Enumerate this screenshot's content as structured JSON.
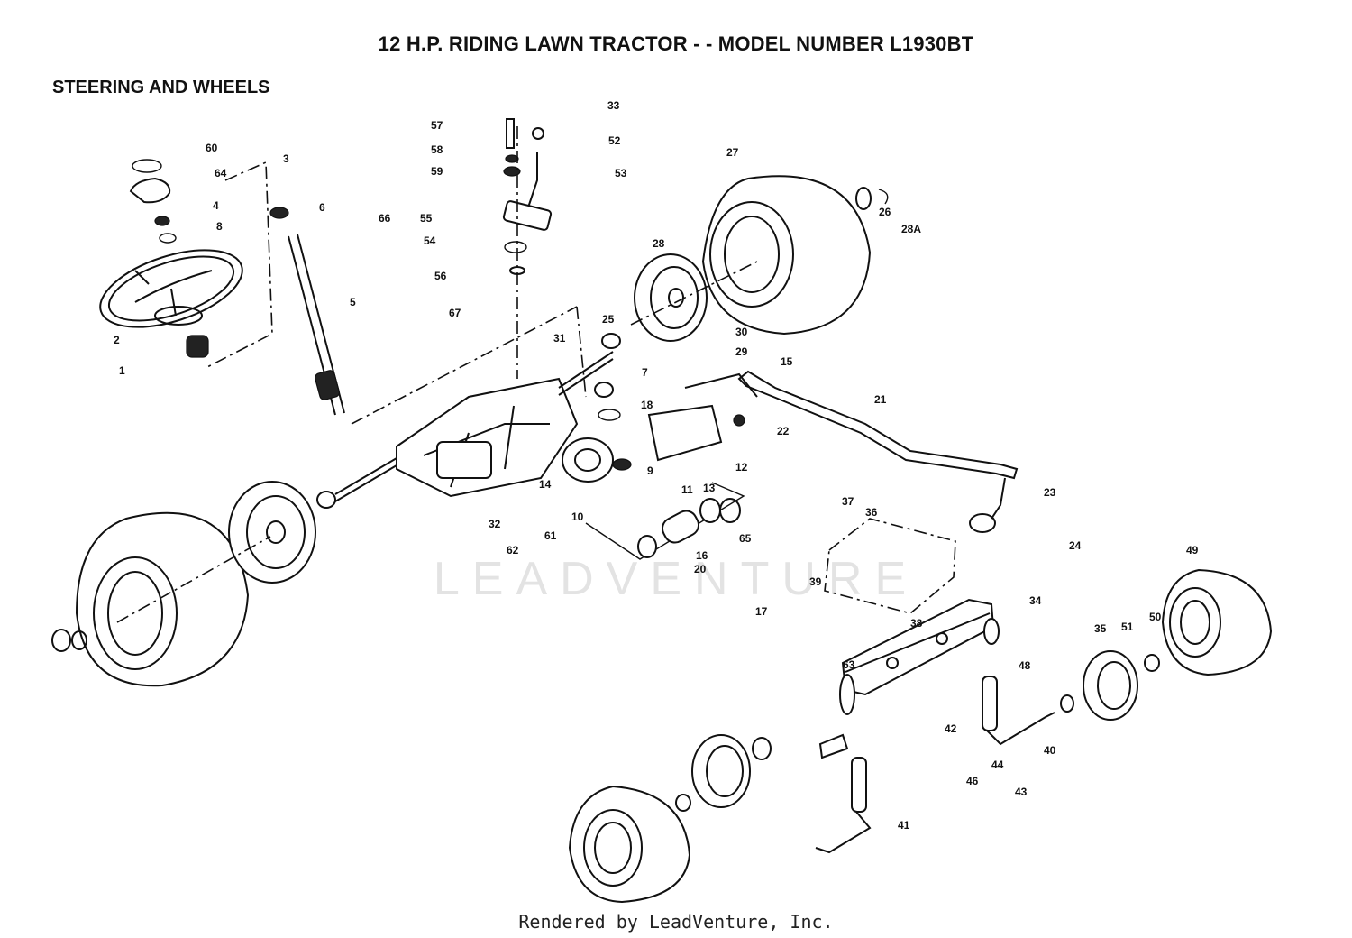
{
  "header": {
    "title": "12 H.P. RIDING LAWN TRACTOR - - MODEL NUMBER L1930BT",
    "section": "STEERING AND WHEELS"
  },
  "watermark": "LEADVENTURE",
  "footer": {
    "credit": "Rendered by LeadVenture, Inc."
  },
  "callouts": [
    "60",
    "64",
    "4",
    "8",
    "3",
    "6",
    "66",
    "5",
    "2",
    "1",
    "57",
    "58",
    "59",
    "33",
    "52",
    "53",
    "55",
    "54",
    "56",
    "67",
    "27",
    "26",
    "28A",
    "28",
    "25",
    "30",
    "29",
    "31",
    "7",
    "18",
    "15",
    "21",
    "22",
    "9",
    "11",
    "13",
    "12",
    "14",
    "10",
    "16",
    "20",
    "65",
    "32",
    "62",
    "61",
    "37",
    "36",
    "39",
    "17",
    "38",
    "34",
    "63",
    "23",
    "24",
    "49",
    "51",
    "50",
    "35",
    "48",
    "42",
    "40",
    "46",
    "44",
    "43",
    "41"
  ]
}
